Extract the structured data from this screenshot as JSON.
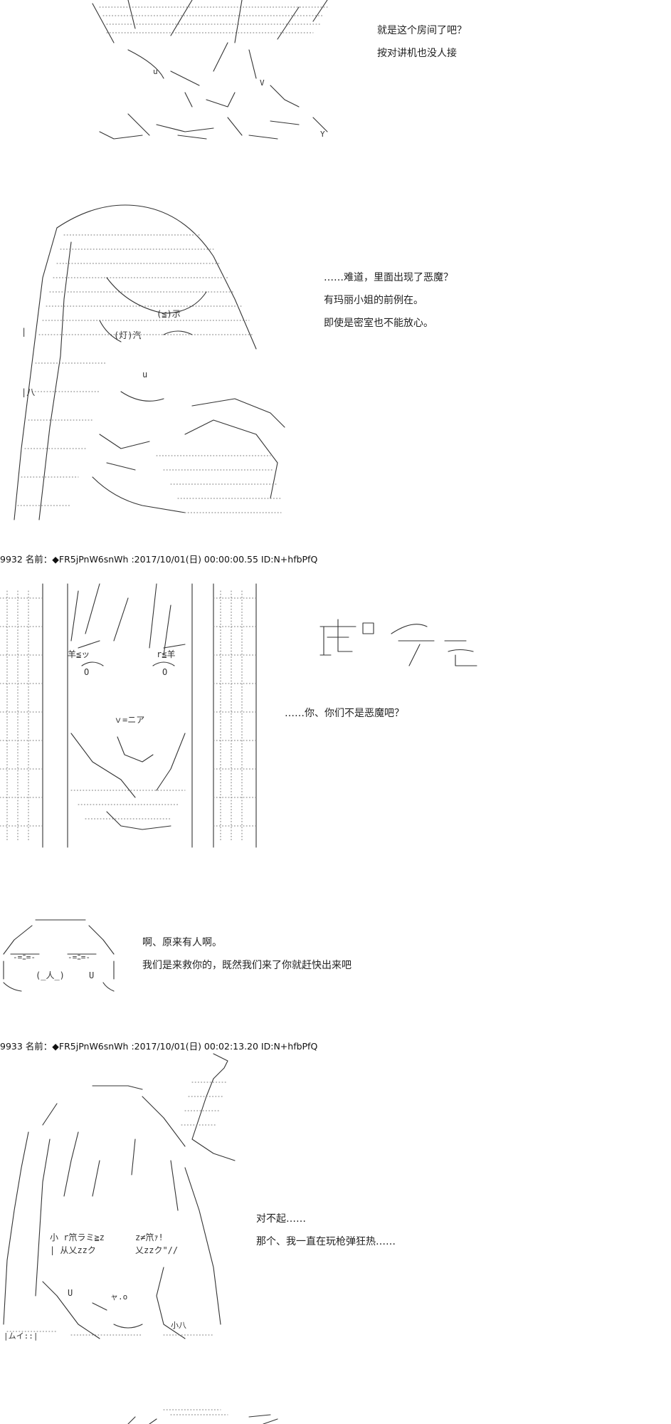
{
  "scene1": {
    "lines": [
      "就是这个房间了吧？",
      "按对讲机也没人接"
    ]
  },
  "scene2": {
    "lines": [
      "……难道，里面出现了恶魔？",
      "有玛丽小姐的前例在。",
      "即使是密室也不能放心。"
    ]
  },
  "post1": {
    "header": "9932 名前：◆FR5jPnW6snWh :2017/10/01(日) 00:00:00.55 ID:N+hfbPfQ",
    "lines": [
      "……你、你们不是恶魔吧？"
    ]
  },
  "scene4": {
    "lines": [
      "啊、原来有人啊。",
      "我们是来救你的，既然我们来了你就赶快出来吧"
    ]
  },
  "post2": {
    "header": "9933 名前：◆FR5jPnW6snWh :2017/10/01(日) 00:02:13.20 ID:N+hfbPfQ",
    "lines": [
      "对不起……",
      "那个、我一直在玩枪弹狂热……"
    ]
  }
}
